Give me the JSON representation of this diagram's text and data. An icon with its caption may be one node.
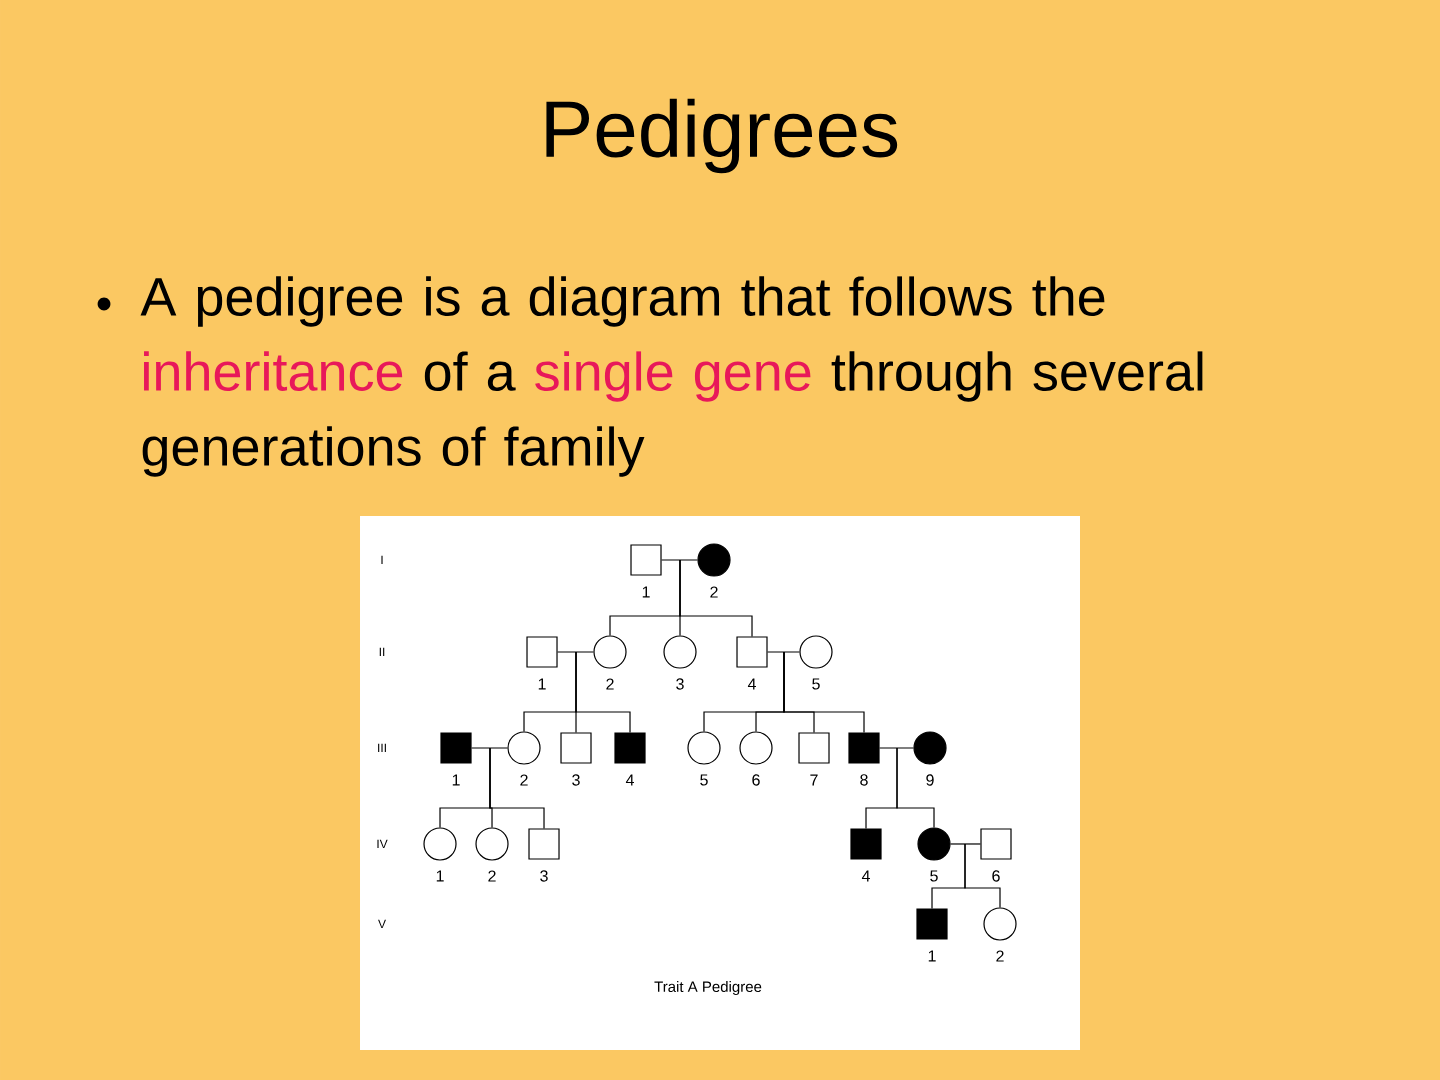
{
  "diagram": {
    "title": "Pedigrees",
    "nodes": [
      {
        "text": [],
        "shape": "box",
        "beside": [
          "1"
        ]
      },
      {
        "text": [],
        "shape": "disc",
        "beside": [
          "2"
        ]
      },
      {
        "text": [],
        "shape": "box",
        "beside": [
          "1"
        ]
      },
      {
        "text": [],
        "shape": "circle",
        "beside": [
          "2"
        ]
      },
      {
        "text": [],
        "shape": "circle",
        "beside": [
          "3"
        ]
      },
      {
        "text": [],
        "shape": "box",
        "beside": [
          "4"
        ]
      },
      {
        "text": [],
        "shape": "circle",
        "beside": [
          "5"
        ]
      },
      {
        "text": [],
        "shape": "block",
        "beside": [
          "1"
        ]
      },
      {
        "text": [],
        "shape": "circle",
        "beside": [
          "2"
        ]
      },
      {
        "text": [],
        "shape": "box",
        "beside": [
          "3"
        ]
      },
      {
        "text": [],
        "shape": "block",
        "beside": [
          "4"
        ]
      },
      {
        "text": [],
        "shape": "circle",
        "beside": [
          "5"
        ]
      },
      {
        "text": [],
        "shape": "circle",
        "beside": [
          "6"
        ]
      },
      {
        "text": [],
        "shape": "box",
        "beside": [
          "7"
        ]
      },
      {
        "text": [],
        "shape": "block",
        "beside": [
          "8"
        ]
      },
      {
        "text": [],
        "shape": "disc",
        "beside": [
          "9"
        ]
      },
      {
        "text": [],
        "shape": "circle",
        "beside": [
          "1"
        ]
      },
      {
        "text": [],
        "shape": "circle",
        "beside": [
          "2"
        ]
      },
      {
        "text": [],
        "shape": "box",
        "beside": [
          "3"
        ]
      },
      {
        "text": [],
        "shape": "block",
        "beside": [
          "4"
        ]
      },
      {
        "text": [],
        "shape": "disc",
        "beside": [
          "5"
        ]
      },
      {
        "text": [],
        "shape": "box",
        "beside": [
          "6"
        ]
      },
      {
        "text": [],
        "shape": "block",
        "beside": [
          "1"
        ]
      },
      {
        "text": [],
        "shape": "circle",
        "beside": [
          "2"
        ]
      }
    ],
    "edges": [
      {
        "from": 0,
        "to": 1,
        "arrow": "none"
      },
      {
        "from": 2,
        "to": 3,
        "arrow": "none"
      },
      {
        "from": 5,
        "to": 6,
        "arrow": "none"
      },
      {
        "from": 7,
        "to": 8,
        "arrow": "none"
      },
      {
        "from": 14,
        "to": 15,
        "arrow": "none"
      },
      {
        "from": 20,
        "to": 21,
        "arrow": "none"
      },
      {
        "from": 0,
        "to": 3,
        "arrow": "none"
      },
      {
        "from": 0,
        "to": 4,
        "arrow": "none"
      },
      {
        "from": 0,
        "to": 5,
        "arrow": "none"
      },
      {
        "from": 2,
        "to": 8,
        "arrow": "none"
      },
      {
        "from": 2,
        "to": 9,
        "arrow": "none"
      },
      {
        "from": 2,
        "to": 10,
        "arrow": "none"
      },
      {
        "from": 5,
        "to": 11,
        "arrow": "none"
      },
      {
        "from": 5,
        "to": 12,
        "arrow": "none"
      },
      {
        "from": 5,
        "to": 13,
        "arrow": "none"
      },
      {
        "from": 5,
        "to": 14,
        "arrow": "none"
      },
      {
        "from": 7,
        "to": 16,
        "arrow": "none"
      },
      {
        "from": 7,
        "to": 17,
        "arrow": "none"
      },
      {
        "from": 7,
        "to": 18,
        "arrow": "none"
      },
      {
        "from": 14,
        "to": 19,
        "arrow": "none"
      },
      {
        "from": 14,
        "to": 20,
        "arrow": "none"
      },
      {
        "from": 20,
        "to": 22,
        "arrow": "none"
      },
      {
        "from": 20,
        "to": 23,
        "arrow": "none"
      }
    ],
    "labels": [
      "A pedigree is a diagram that follows the",
      "inheritance",
      "of a",
      "single gene",
      "through several generations of family",
      "I",
      "II",
      "III",
      "IV",
      "V",
      "Trait A Pedigree"
    ]
  }
}
